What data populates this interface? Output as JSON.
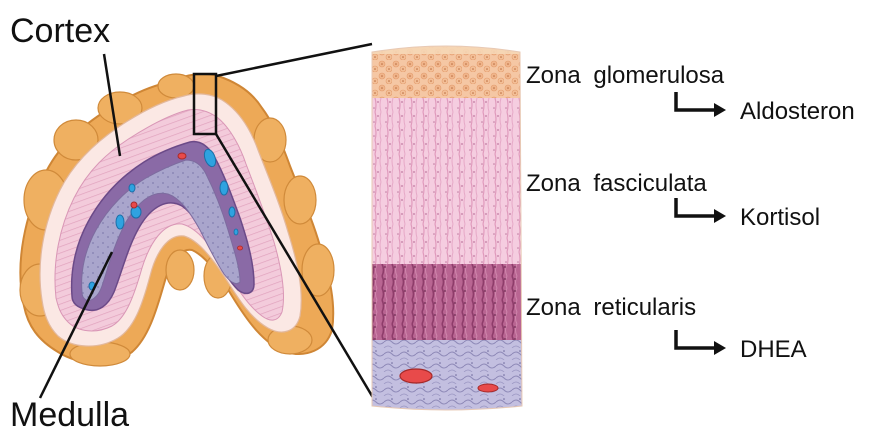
{
  "labels": {
    "cortex": "Cortex",
    "medulla": "Medulla"
  },
  "zones": [
    {
      "name": "Zona glomerulosa",
      "hormone": "Aldosteron"
    },
    {
      "name": "Zona fasciculata",
      "hormone": "Kortisol"
    },
    {
      "name": "Zona reticularis",
      "hormone": "DHEA"
    }
  ],
  "colors": {
    "capsule": "#e8a447",
    "cortex_pink": "#f2c6d6",
    "medulla": "#a7a3c8",
    "zone_glomerulosa": "#f3c59f",
    "zone_fasciculata": "#f4c4dc",
    "zone_reticularis": "#b05a86",
    "medulla_tissue": "#bdb8dc",
    "vessel_red": "#e84a4a",
    "vessel_blue": "#2fa2e0"
  }
}
